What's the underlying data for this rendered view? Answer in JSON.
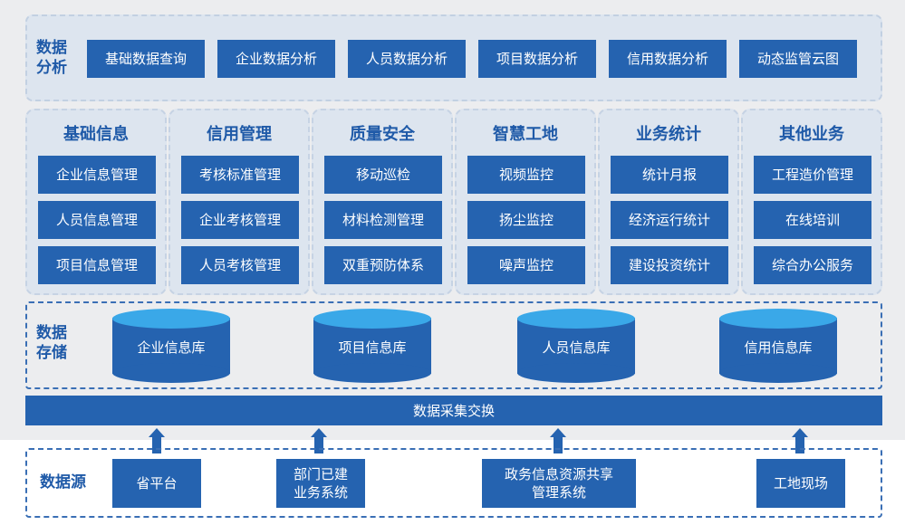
{
  "analysis": {
    "label": "数据\n分析",
    "items": [
      "基础数据查询",
      "企业数据分析",
      "人员数据分析",
      "项目数据分析",
      "信用数据分析",
      "动态监管云图"
    ]
  },
  "modules": [
    {
      "title": "基础信息",
      "items": [
        "企业信息管理",
        "人员信息管理",
        "项目信息管理"
      ]
    },
    {
      "title": "信用管理",
      "items": [
        "考核标准管理",
        "企业考核管理",
        "人员考核管理"
      ]
    },
    {
      "title": "质量安全",
      "items": [
        "移动巡检",
        "材料检测管理",
        "双重预防体系"
      ]
    },
    {
      "title": "智慧工地",
      "items": [
        "视频监控",
        "扬尘监控",
        "噪声监控"
      ]
    },
    {
      "title": "业务统计",
      "items": [
        "统计月报",
        "经济运行统计",
        "建设投资统计"
      ]
    },
    {
      "title": "其他业务",
      "items": [
        "工程造价管理",
        "在线培训",
        "综合办公服务"
      ]
    }
  ],
  "storage": {
    "label": "数据\n存储",
    "databases": [
      "企业信息库",
      "项目信息库",
      "人员信息库",
      "信用信息库"
    ]
  },
  "exchange": {
    "label": "数据采集交换"
  },
  "source": {
    "label": "数据源",
    "items": [
      "省平台",
      "部门已建\n业务系统",
      "政务信息资源共享\n管理系统",
      "工地现场"
    ]
  },
  "colors": {
    "primary": "#2563b0",
    "accent": "#3aa8e8",
    "title": "#1f5aa8",
    "panel": "#dde5ef"
  }
}
